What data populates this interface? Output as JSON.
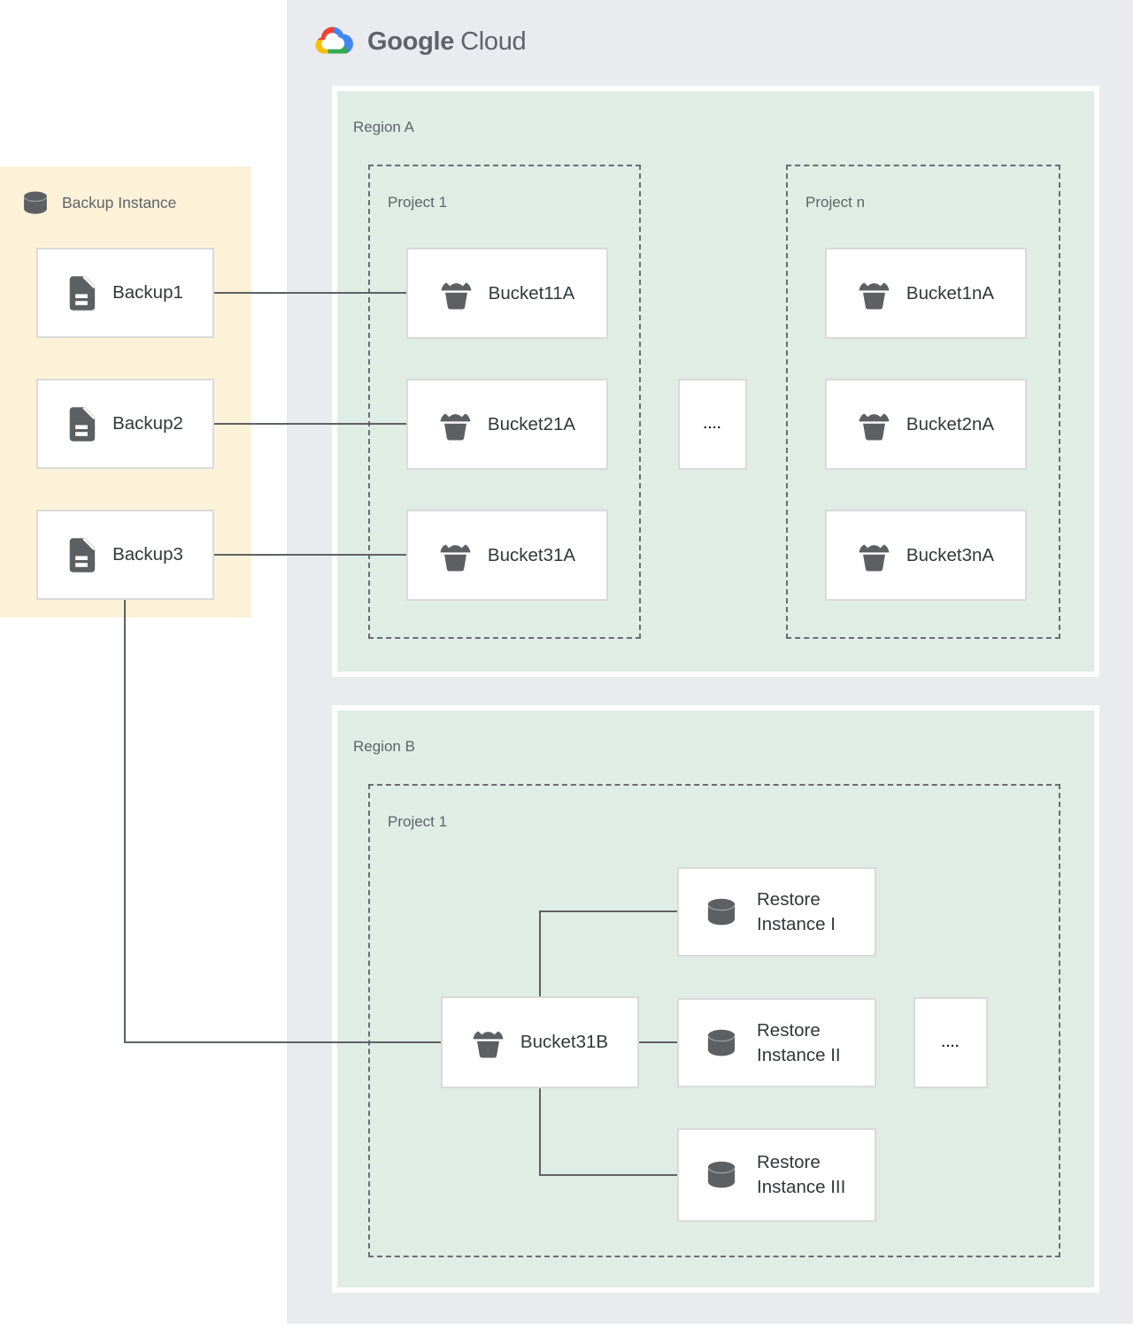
{
  "logo": {
    "brand": "Google",
    "product": "Cloud"
  },
  "backup_panel": {
    "title": "Backup Instance",
    "backups": [
      "Backup1",
      "Backup2",
      "Backup3"
    ]
  },
  "region_a": {
    "label": "Region A",
    "project_1": {
      "label": "Project 1",
      "buckets": [
        "Bucket11A",
        "Bucket21A",
        "Bucket31A"
      ]
    },
    "project_n": {
      "label": "Project n",
      "buckets": [
        "Bucket1nA",
        "Bucket2nA",
        "Bucket3nA"
      ]
    },
    "ellipsis": "...."
  },
  "region_b": {
    "label": "Region B",
    "project_1": {
      "label": "Project 1",
      "bucket": "Bucket31B",
      "restore_instances": [
        "Restore Instance I",
        "Restore Instance II",
        "Restore Instance III"
      ],
      "ellipsis": "...."
    }
  },
  "colors": {
    "cloud_panel_bg": "#e9ebee",
    "region_bg": "#dfede4",
    "backup_panel_bg": "#fbf2d8",
    "card_border": "#dadada",
    "icon_gray": "#5c6063",
    "label_gray": "#5f6368",
    "card_text": "#33373a",
    "connector": "#5e6164",
    "logo_red": "#ea4335",
    "logo_yellow": "#fbbc05",
    "logo_green": "#34a853",
    "logo_blue": "#4285f4"
  }
}
